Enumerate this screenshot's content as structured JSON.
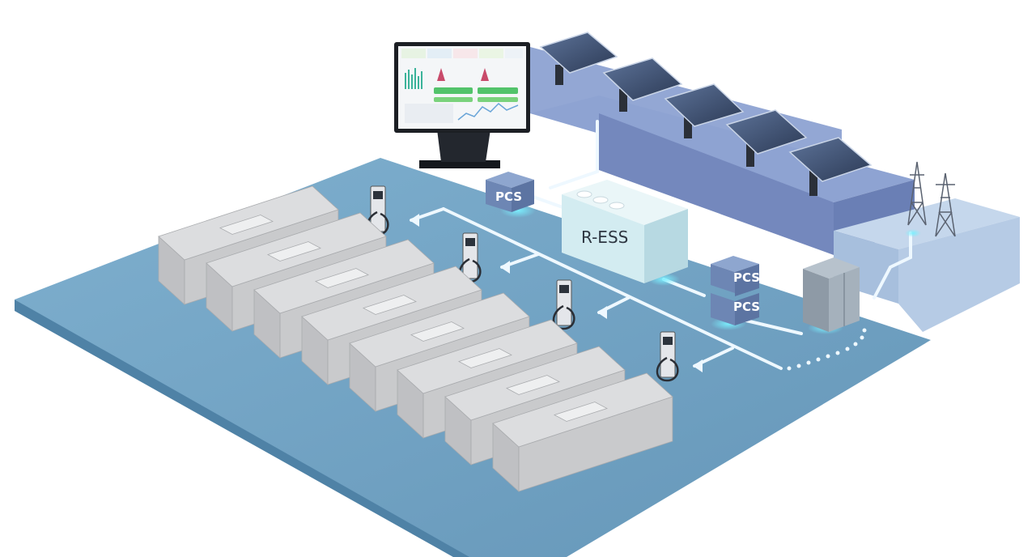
{
  "labels": {
    "pcs_left": "PCS",
    "ress": "R-ESS",
    "pcs_right_top": "PCS",
    "pcs_right_bottom": "PCS"
  },
  "colors": {
    "floor": "#6f9fc0",
    "floor_edge": "#4b7ea3",
    "platform": "#7f93c4",
    "platform_right": "#a9c0de",
    "flow_line": "#e8f6ff",
    "glow": "#5be3ff",
    "bus": "#d7d8da",
    "pcs_box": "#6c87b3",
    "ress_box": "#cfeaf0"
  },
  "counts": {
    "buses": 8,
    "chargers": 4,
    "solar_panels": 5,
    "pylons": 2
  },
  "icons": {
    "monitor": "dashboard-monitor-icon",
    "solar": "solar-panel-icon",
    "charger": "ev-charger-icon",
    "bus": "electric-bus-icon",
    "pylon": "transmission-tower-icon",
    "cabinet": "switchgear-cabinet-icon"
  }
}
